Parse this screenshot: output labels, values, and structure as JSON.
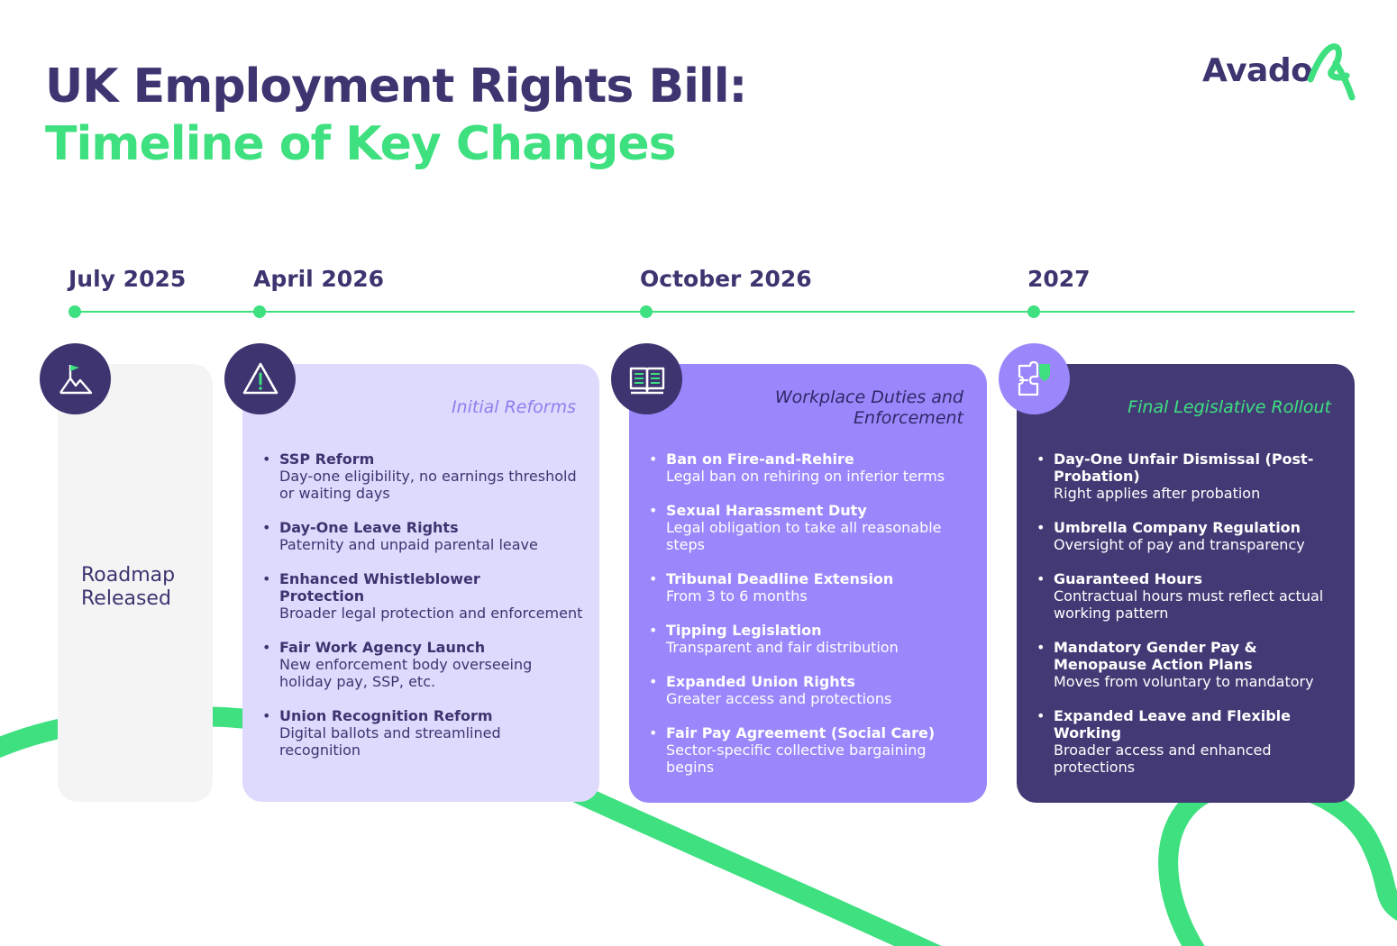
{
  "title": {
    "line1": "UK Employment Rights Bill:",
    "line2": "Timeline of Key Changes"
  },
  "logo": {
    "text": "Avado"
  },
  "colors": {
    "navy": "#3d3470",
    "green": "#3ee07f",
    "lavender": "#dedafd",
    "purple": "#9b87fb",
    "dark_purple": "#433a75",
    "light_grey": "#f4f4f5"
  },
  "timeline": {
    "dates": [
      "July 2025",
      "April 2026",
      "October 2026",
      "2027"
    ]
  },
  "stages": [
    {
      "icon": "mountain-flag-icon",
      "label": "Roadmap Released"
    },
    {
      "icon": "warning-triangle-icon",
      "heading": "Initial Reforms",
      "items": [
        {
          "title": "SSP Reform",
          "desc": "Day-one eligibility, no earnings threshold or waiting days"
        },
        {
          "title": "Day-One Leave Rights",
          "desc": "Paternity and unpaid parental leave"
        },
        {
          "title": "Enhanced Whistleblower Protection",
          "desc": "Broader legal protection and enforcement"
        },
        {
          "title": "Fair Work Agency Launch",
          "desc": "New enforcement body overseeing holiday pay, SSP, etc."
        },
        {
          "title": "Union Recognition Reform",
          "desc": "Digital ballots and streamlined recognition"
        }
      ]
    },
    {
      "icon": "open-book-icon",
      "heading": "Workplace Duties and Enforcement",
      "items": [
        {
          "title": "Ban on Fire-and-Rehire",
          "desc": "Legal ban on rehiring on inferior terms"
        },
        {
          "title": "Sexual Harassment Duty",
          "desc": "Legal obligation to take all reasonable steps"
        },
        {
          "title": "Tribunal Deadline Extension",
          "desc": "From 3 to 6 months"
        },
        {
          "title": "Tipping Legislation",
          "desc": "Transparent and fair distribution"
        },
        {
          "title": "Expanded Union Rights",
          "desc": "Greater access and protections"
        },
        {
          "title": "Fair Pay Agreement (Social Care)",
          "desc": "Sector-specific collective bargaining begins"
        }
      ]
    },
    {
      "icon": "puzzle-shield-icon",
      "heading": "Final Legislative Rollout",
      "items": [
        {
          "title": "Day-One Unfair Dismissal (Post-Probation)",
          "desc": "Right applies after probation"
        },
        {
          "title": "Umbrella Company Regulation",
          "desc": "Oversight of pay and transparency"
        },
        {
          "title": "Guaranteed Hours",
          "desc": "Contractual hours must reflect actual working pattern"
        },
        {
          "title": "Mandatory Gender Pay & Menopause Action Plans",
          "desc": "Moves from voluntary to mandatory"
        },
        {
          "title": "Expanded Leave and Flexible Working",
          "desc": "Broader access and enhanced protections"
        }
      ]
    }
  ]
}
